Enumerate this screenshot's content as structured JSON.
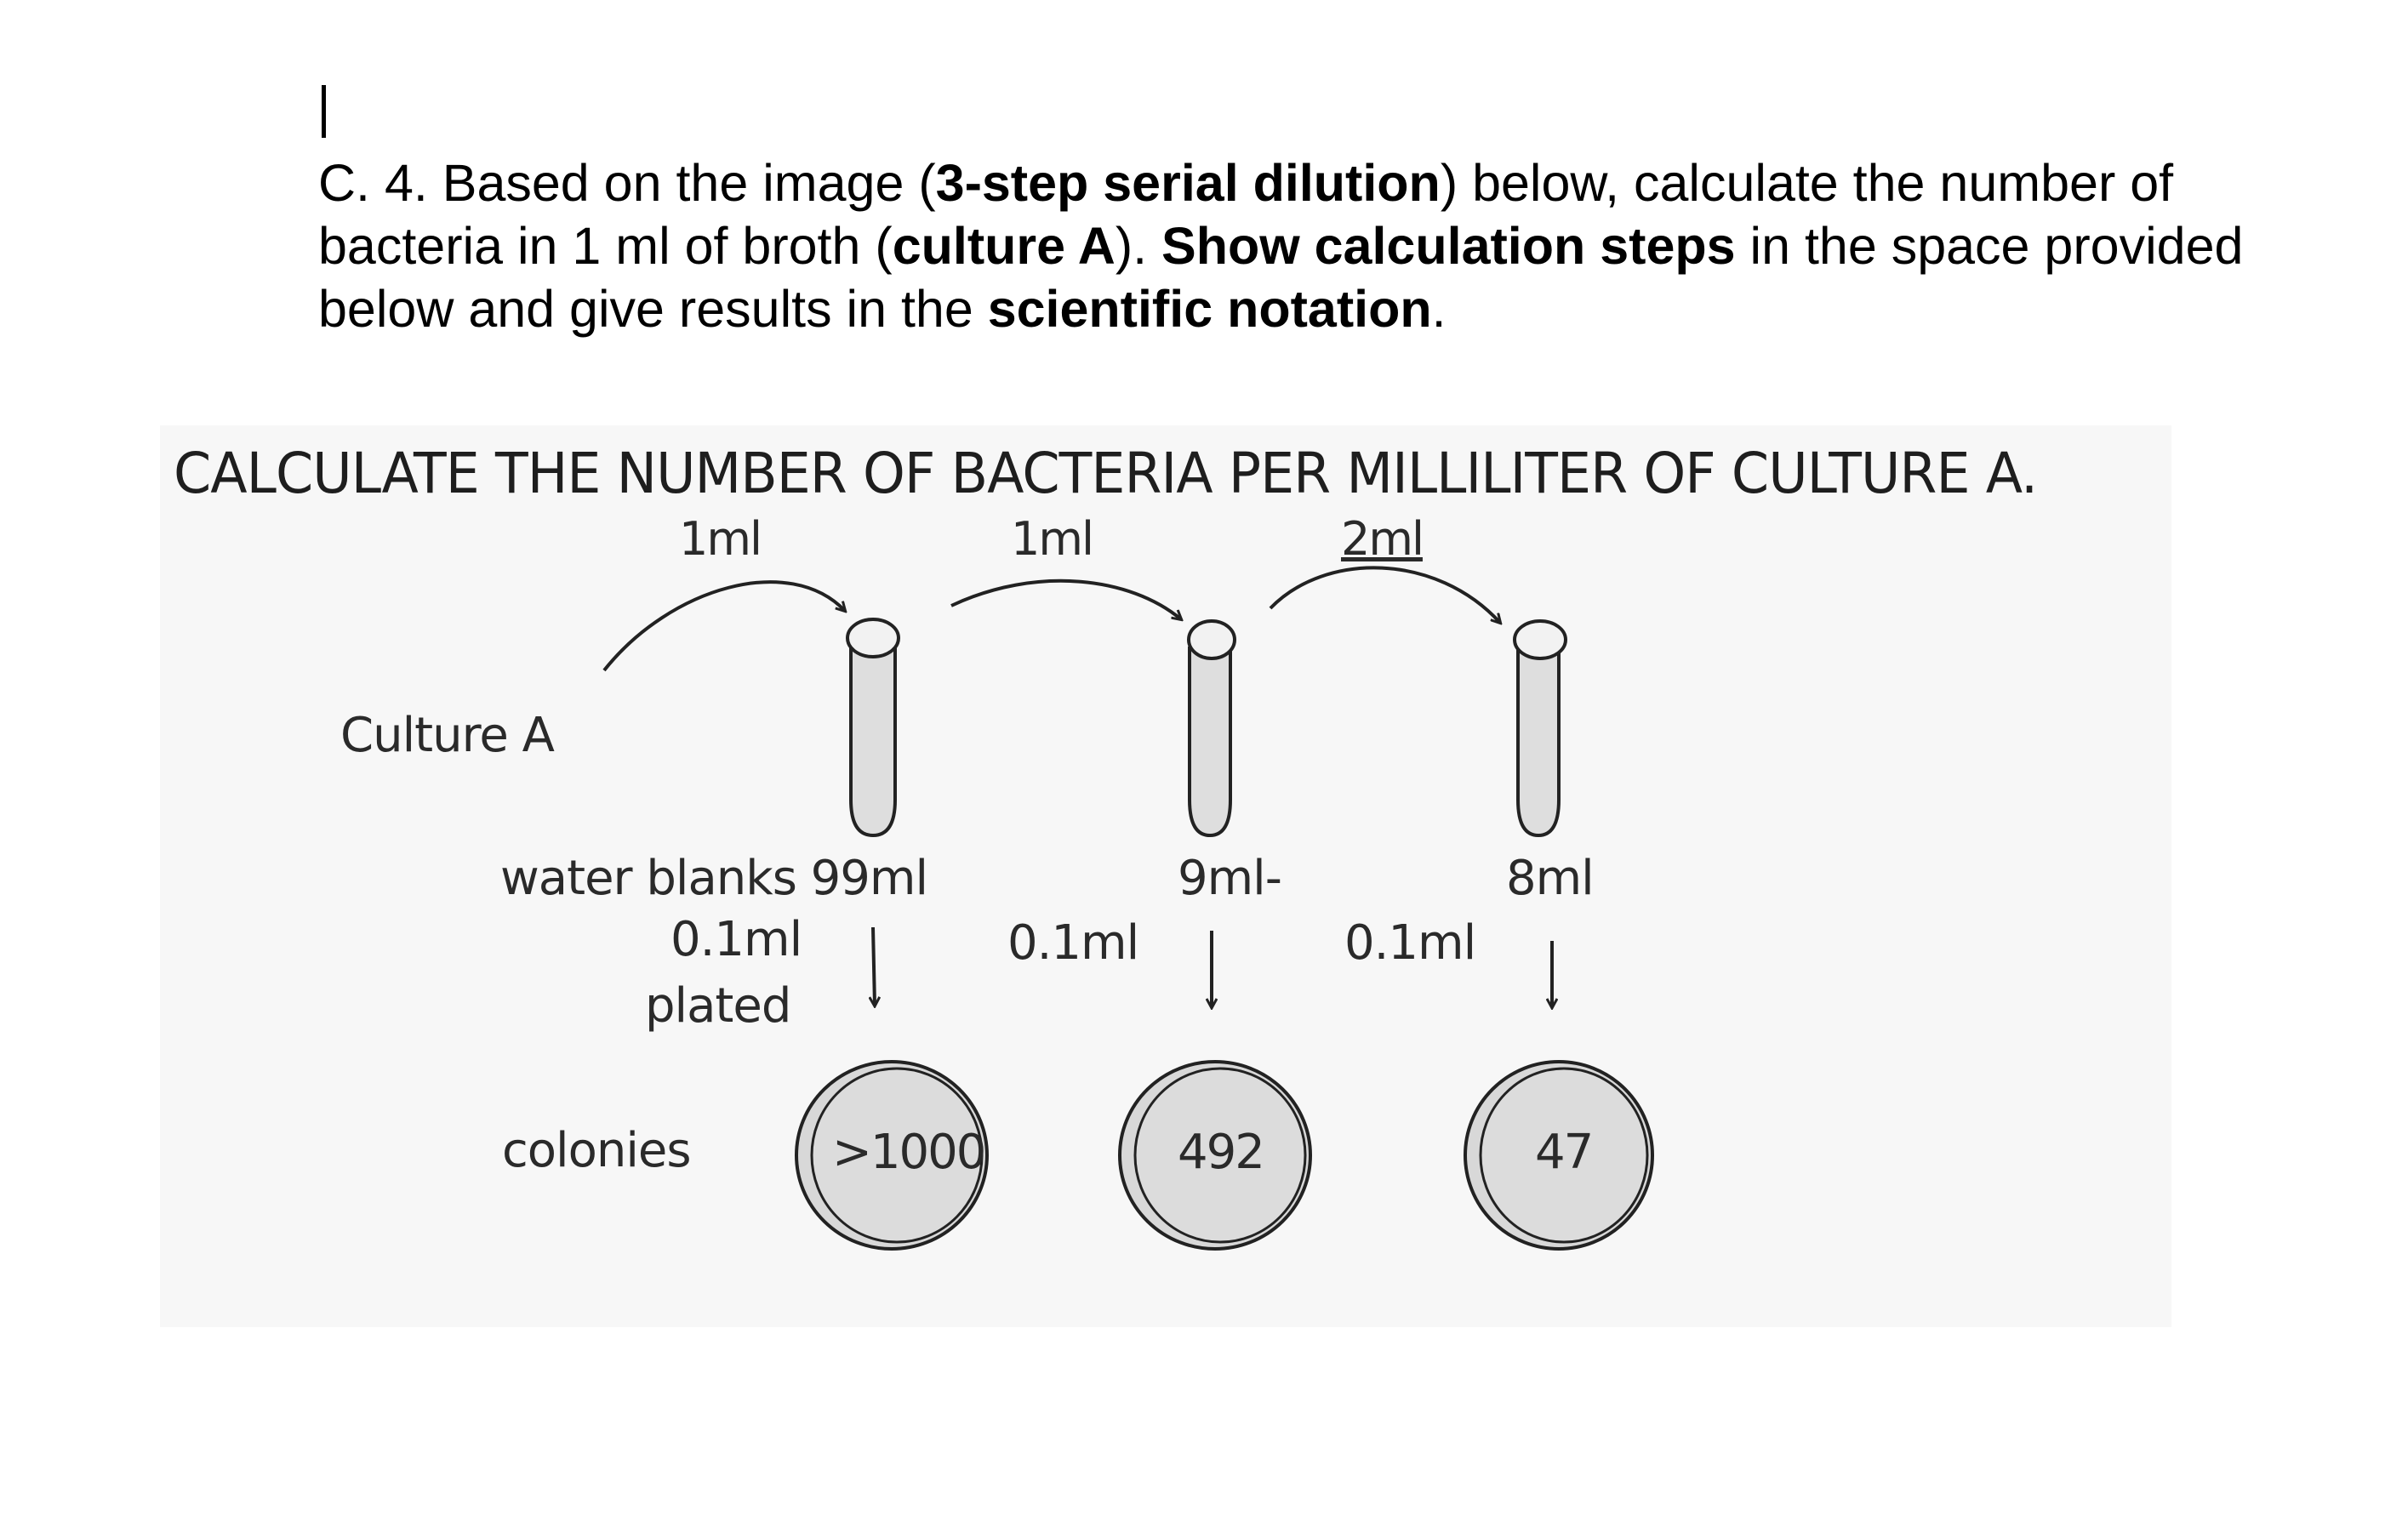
{
  "question": {
    "parts": [
      {
        "text": "C. 4. Based on the image (",
        "bold": false
      },
      {
        "text": "3-step serial dilution",
        "bold": true
      },
      {
        "text": ") below, calculate the number of bacteria in 1 ml of broth (",
        "bold": false
      },
      {
        "text": "culture A",
        "bold": true
      },
      {
        "text": "). ",
        "bold": false
      },
      {
        "text": "Show calculation steps",
        "bold": true
      },
      {
        "text": " in the space provided below and give results in the ",
        "bold": false
      },
      {
        "text": "scientific notation",
        "bold": true
      },
      {
        "text": ".",
        "bold": false
      }
    ]
  },
  "figure": {
    "heading": "CALCULATE THE NUMBER OF BACTERIA PER MILLILITER OF CULTURE A.",
    "transfer_volumes": [
      "1ml",
      "1ml",
      "2ml"
    ],
    "culture_label": "Culture A",
    "water_blanks_label": "water blanks 99ml",
    "blank_volumes": [
      "9ml-",
      "8ml"
    ],
    "plated_volumes": [
      "0.1ml",
      "0.1ml",
      "0.1ml"
    ],
    "plated_label": "plated",
    "colonies_label": "colonies",
    "colony_counts": [
      ">1000",
      "492",
      "47"
    ]
  }
}
